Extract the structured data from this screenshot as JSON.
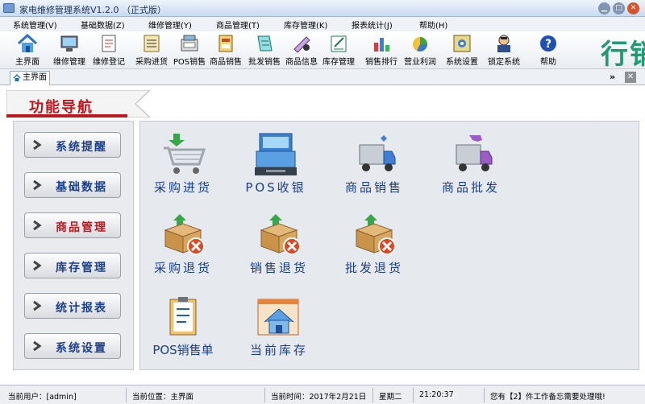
{
  "window": {
    "title": "家电维修管理系统V1.2.0 （正式版）"
  },
  "menu": [
    "系统管理(V)",
    "基础数据(Z)",
    "维修管理(Y)",
    "商品管理(T)",
    "库存管理(K)",
    "报表统计(J)",
    "帮助(H)"
  ],
  "toolbar": [
    {
      "label": "主界面",
      "icon": "home-icon"
    },
    {
      "label": "维修管理",
      "icon": "monitor-icon"
    },
    {
      "label": "维修登记",
      "icon": "register-icon"
    },
    {
      "label": "采购进货",
      "icon": "purchase-icon"
    },
    {
      "label": "POS销售",
      "icon": "pos-icon"
    },
    {
      "label": "商品销售",
      "icon": "sales-icon"
    },
    {
      "label": "批发销售",
      "icon": "wholesale-icon"
    },
    {
      "label": "商品信息",
      "icon": "product-info-icon"
    },
    {
      "label": "库存管理",
      "icon": "inventory-icon"
    },
    {
      "label": "销售排行",
      "icon": "ranking-chart-icon"
    },
    {
      "label": "营业利润",
      "icon": "profit-pie-icon"
    },
    {
      "label": "系统设置",
      "icon": "settings-icon"
    },
    {
      "label": "锁定系统",
      "icon": "lock-user-icon"
    },
    {
      "label": "帮助",
      "icon": "help-icon"
    }
  ],
  "brand_text": "行销",
  "tab": {
    "label": "主界面"
  },
  "nav": {
    "title": "功能导航",
    "items": [
      "系统提醒",
      "基础数据",
      "商品管理",
      "库存管理",
      "统计报表",
      "系统设置"
    ]
  },
  "tiles": [
    {
      "label": "采购进货",
      "icon": "shopping-cart-icon"
    },
    {
      "label": "POS收银",
      "icon": "cash-register-icon"
    },
    {
      "label": "商品销售",
      "icon": "delivery-truck-icon"
    },
    {
      "label": "商品批发",
      "icon": "wholesale-truck-icon"
    },
    {
      "label": "采购退货",
      "icon": "return-box-icon"
    },
    {
      "label": "销售退货",
      "icon": "return-box-icon"
    },
    {
      "label": "批发退货",
      "icon": "return-box-icon"
    },
    {
      "label": "POS销售单",
      "icon": "clipboard-icon"
    },
    {
      "label": "当前库存",
      "icon": "warehouse-icon"
    }
  ],
  "status": {
    "user": "当前用户：[admin]",
    "location": "当前位置：主界面",
    "time": "当前时间：2017年2月21日",
    "weekday": "星期二",
    "clock": "21:20:37",
    "notice": "您有【2】件工作备忘需要处理哦!"
  },
  "colors": {
    "accent_blue": "#1a3f8c",
    "accent_red": "#c0171c",
    "brand_green": "#1f9a72"
  }
}
